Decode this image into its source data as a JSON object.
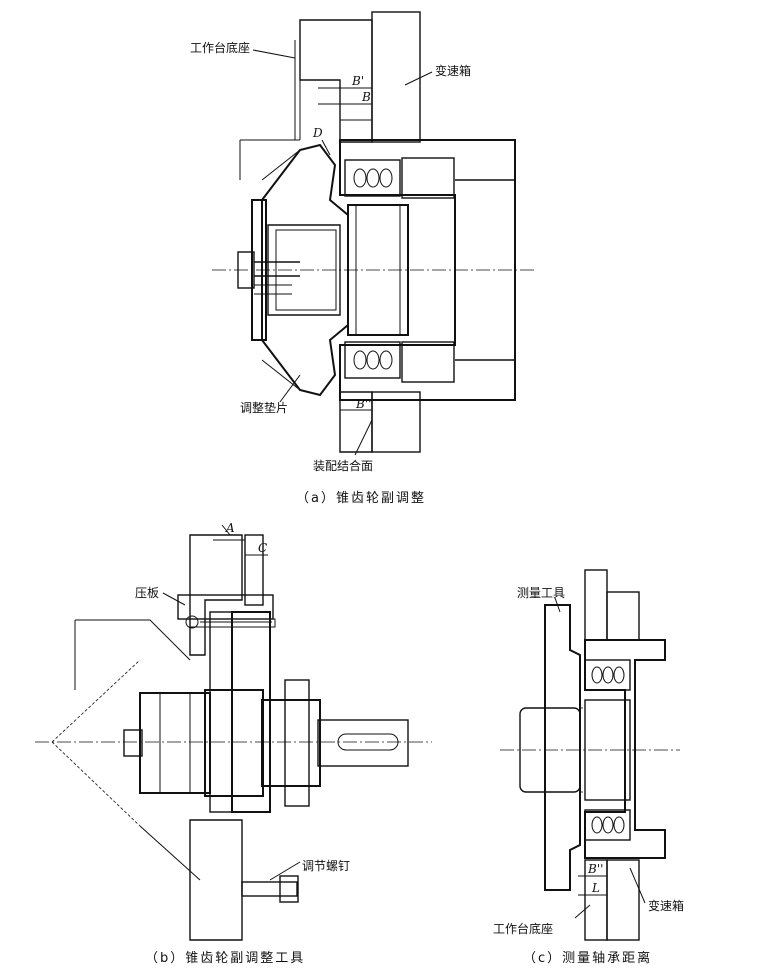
{
  "figure_a": {
    "caption": "（a）锥齿轮副调整",
    "labels": {
      "base": "工作台底座",
      "gearbox": "变速箱",
      "shim": "调整垫片",
      "mating_face": "装配结合面"
    },
    "dims": {
      "b_prime": "B'",
      "b": "B",
      "d": "D",
      "b_double": "B''"
    }
  },
  "figure_b": {
    "caption": "（b）锥齿轮副调整工具",
    "labels": {
      "plate": "压板",
      "screw": "调节螺钉"
    },
    "dims": {
      "a": "A",
      "c": "C"
    }
  },
  "figure_c": {
    "caption": "（c）测量轴承距离",
    "labels": {
      "tool": "测量工具",
      "gearbox": "变速箱",
      "base": "工作台底座"
    },
    "dims": {
      "b_double": "B''",
      "l": "L"
    }
  }
}
